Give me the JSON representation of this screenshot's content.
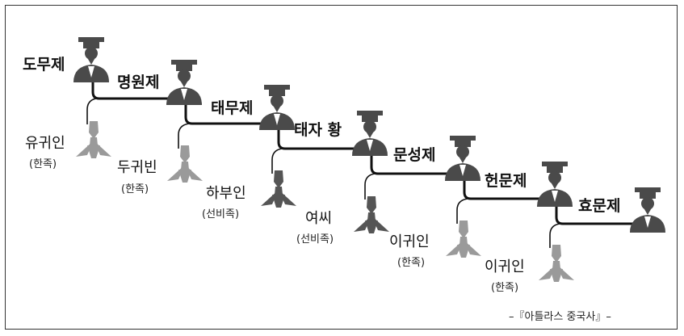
{
  "colors": {
    "emperor_figure": "#4a4a4a",
    "consort_dark": "#555555",
    "consort_light": "#9a9a9a",
    "line": "#111111"
  },
  "emperors": [
    {
      "name": "도무제"
    },
    {
      "name": "명원제"
    },
    {
      "name": "태무제"
    },
    {
      "name": "태자 황"
    },
    {
      "name": "문성제"
    },
    {
      "name": "헌문제"
    },
    {
      "name": "효문제"
    }
  ],
  "consorts": [
    {
      "name": "유귀인",
      "note": "(한족)",
      "shade": "light"
    },
    {
      "name": "두귀빈",
      "note": "(한족)",
      "shade": "light"
    },
    {
      "name": "하부인",
      "note": "(선비족)",
      "shade": "dark"
    },
    {
      "name": "여씨",
      "note": "(선비족)",
      "shade": "dark"
    },
    {
      "name": "이귀인",
      "note": "(한족)",
      "shade": "light"
    },
    {
      "name": "이귀인",
      "note": "(한족)",
      "shade": "light"
    }
  ],
  "source": "–『아틀라스 중국사』–"
}
